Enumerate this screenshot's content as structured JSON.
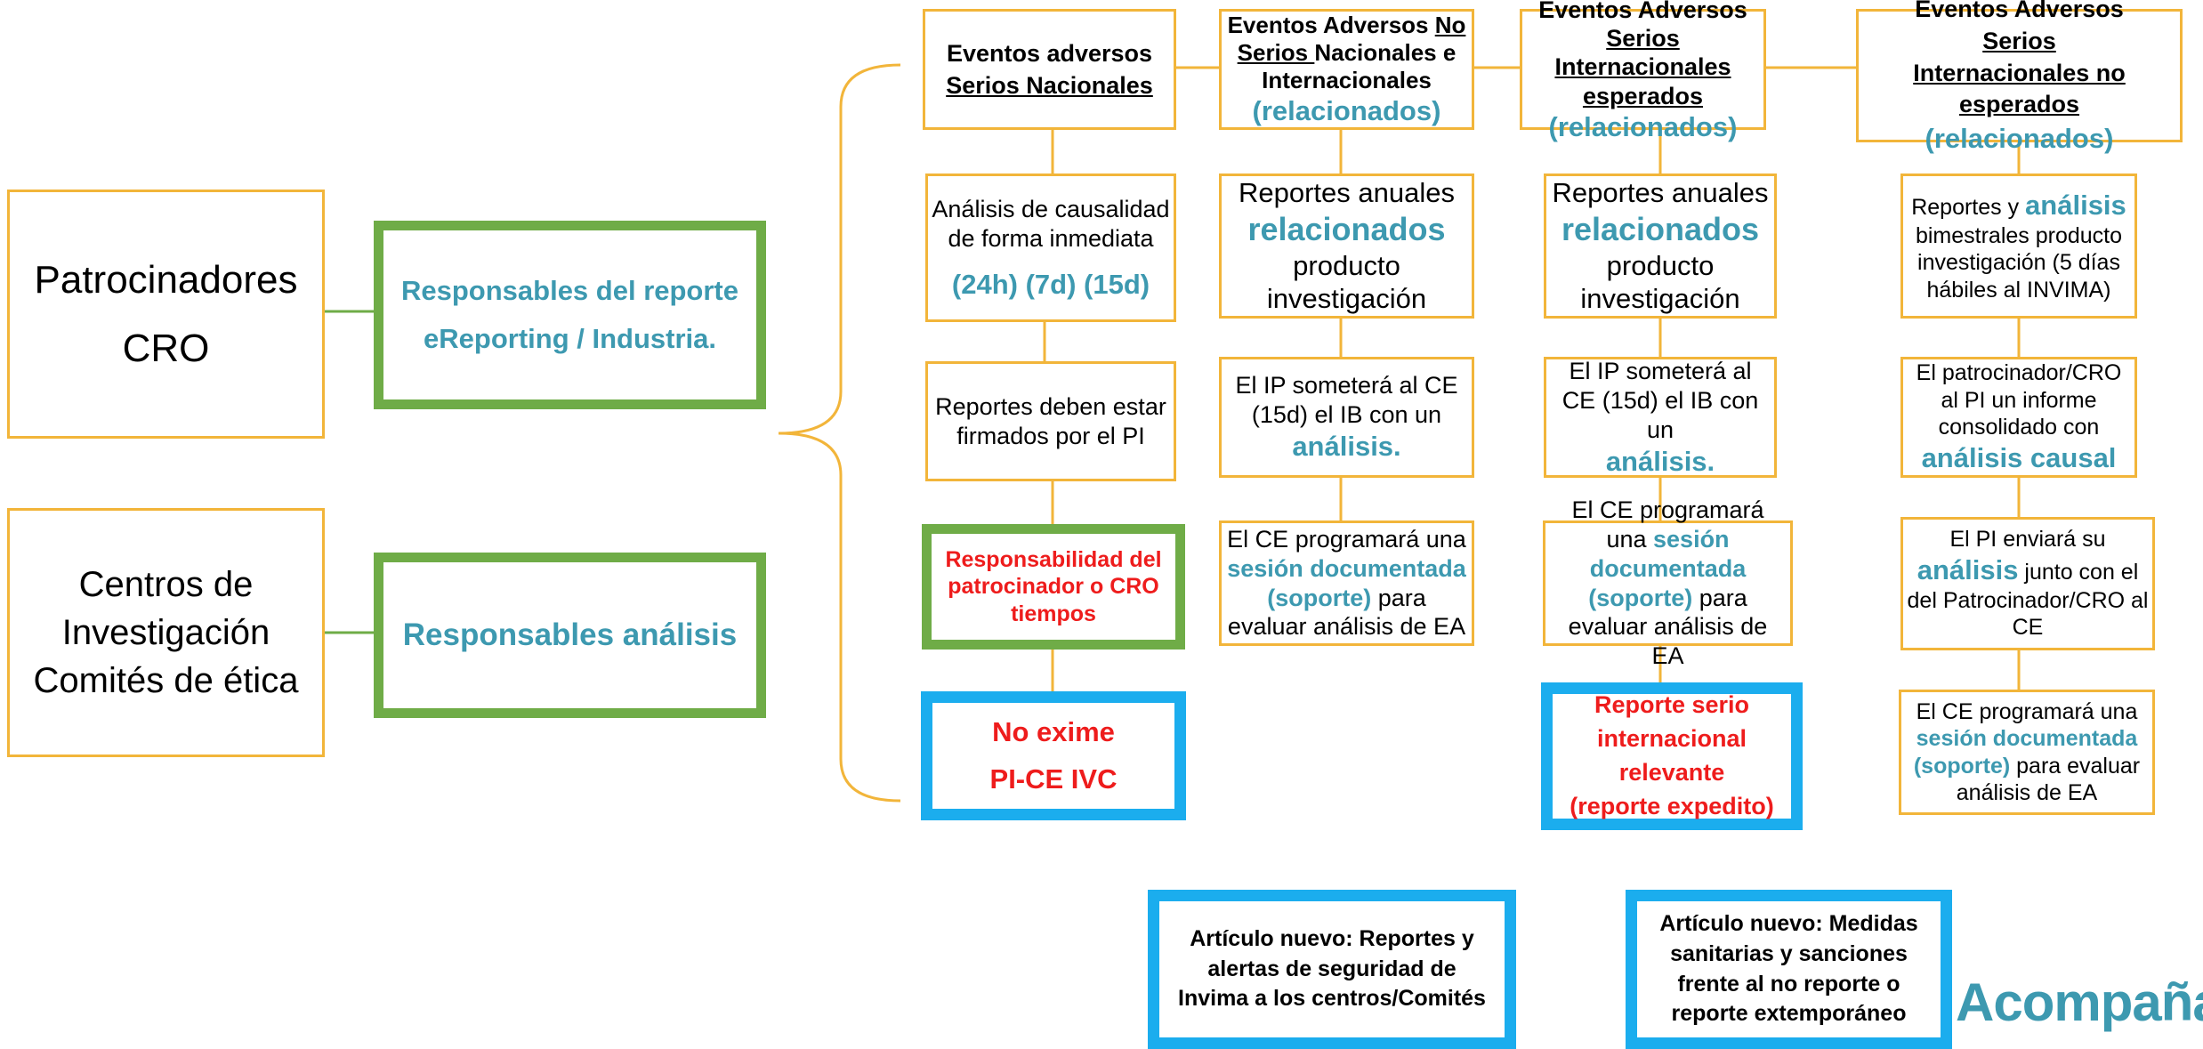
{
  "left": {
    "patrocinadores": {
      "line1": "Patrocinadores",
      "line2": "CRO"
    },
    "centros": {
      "line1": "Centros de",
      "line2": "Investigación",
      "line3": "Comités de ética"
    }
  },
  "green": {
    "reporte": {
      "line1": "Responsables del reporte",
      "line2": "eReporting / Industria."
    },
    "analisis": {
      "text": "Responsables análisis"
    }
  },
  "columns": [
    {
      "header": {
        "part1": "Eventos adversos",
        "part2": "Serios Nacionales"
      },
      "row1": {
        "text": "Análisis de causalidad de forma inmediata",
        "times": "(24h) (7d) (15d)"
      },
      "row2": {
        "text": "Reportes deben estar firmados por el PI"
      },
      "row3": {
        "text": "Responsabilidad del patrocinador o CRO tiempos"
      },
      "row4": {
        "line1": "No exime",
        "line2": "PI-CE IVC"
      }
    },
    {
      "header": {
        "part1": "Eventos Adversos ",
        "part2": "No",
        "part3": "Serios ",
        "part4": "Nacionales e Internacionales",
        "related": "(relacionados)"
      },
      "row1": {
        "part1": "Reportes anuales",
        "part2": "relacionados",
        "part3": "producto investigación"
      },
      "row2": {
        "part1": "El IP someterá al CE (15d) el IB con un",
        "part2": "análisis."
      },
      "row3": {
        "part1": "El CE programará una",
        "part2": "sesión documentada (soporte)",
        "part3": " para evaluar análisis de EA"
      }
    },
    {
      "header": {
        "part1": "Eventos Adversos",
        "part2": "Serios Internacionales esperados",
        "related": "(relacionados)"
      },
      "row1": {
        "part1": "Reportes anuales",
        "part2": "relacionados",
        "part3": "producto investigación"
      },
      "row2": {
        "part1": "El IP someterá al CE (15d) el IB con un",
        "part2": "análisis."
      },
      "row3": {
        "part1": "El CE programará una",
        "part2": "sesión documentada (soporte)",
        "part3": " para evaluar análisis de EA"
      },
      "row4": {
        "text": "Reporte serio internacional relevante",
        "sub": "(reporte expedito)"
      }
    },
    {
      "header": {
        "part1": "Eventos Adversos ",
        "part2": "Serios Internacionales no esperados",
        "related": "(relacionados)"
      },
      "row1": {
        "part1": "Reportes y ",
        "part2": "análisis",
        "part3": " bimestrales producto investigación (5 días hábiles al INVIMA)"
      },
      "row2": {
        "part1": "El patrocinador/CRO al PI un informe consolidado con",
        "part2": "análisis causal"
      },
      "row3": {
        "part1": "El PI enviará su",
        "part2": "análisis",
        "part3": " junto con el del Patrocinador/CRO al CE"
      },
      "row4": {
        "part1": "El CE programará una",
        "part2": "sesión documentada (soporte)",
        "part3": " para evaluar análisis de EA"
      }
    }
  ],
  "bottom": {
    "articulo1": "Artículo nuevo: Reportes y alertas de seguridad de Invima a los centros/Comités",
    "articulo2": "Artículo nuevo: Medidas sanitarias y sanciones frente al no reporte o reporte extemporáneo"
  },
  "logo": {
    "text": "Acompaña"
  },
  "colors": {
    "yellow": "#F2B53A",
    "green": "#6FAC47",
    "blue": "#1BADEE",
    "teal": "#3D99B0",
    "red": "#EE1C1C"
  }
}
